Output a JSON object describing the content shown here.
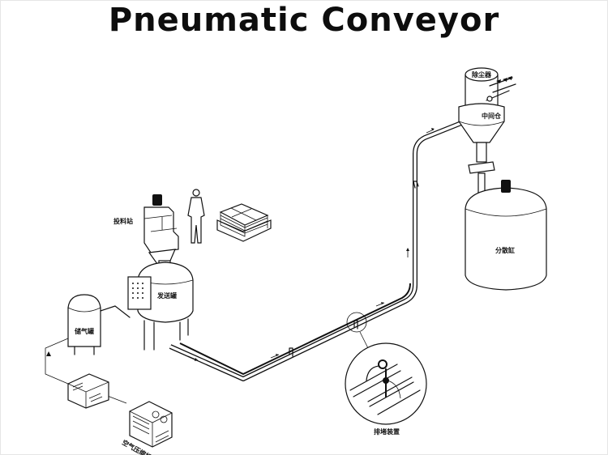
{
  "title": "Pneumatic Conveyor",
  "components": {
    "dust_collector": {
      "label": "除尘器"
    },
    "intermediate_bin": {
      "label": "中间仓"
    },
    "dispersion_tank": {
      "label": "分散缸"
    },
    "feeding_station": {
      "label": "投料站"
    },
    "sending_tank": {
      "label": "发送罐"
    },
    "air_tank": {
      "label": "储气罐"
    },
    "air_compressor": {
      "label": "空气压缩机"
    },
    "anti_blocking_device": {
      "label": "排堵装置"
    }
  },
  "flow_direction": "feeding station → sending tank → conveying pipeline → intermediate bin / dust collector → dispersion tank",
  "icons": {
    "operator": "worker-figure-icon",
    "material": "bag-pallet-icon",
    "flow_arrow": "arrow-icon"
  }
}
